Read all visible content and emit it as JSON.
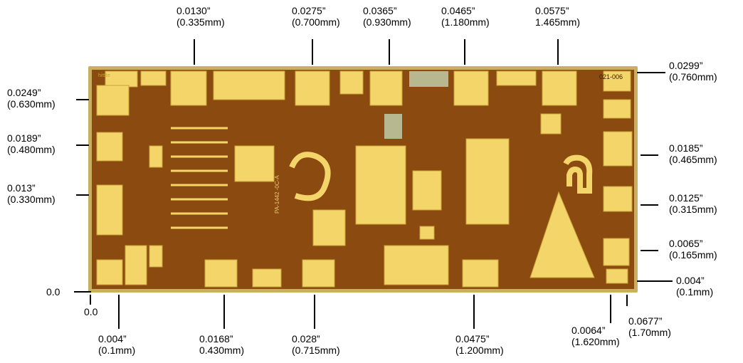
{
  "colors": {
    "substrate": "#8a4a10",
    "substrate_dark": "#6b3608",
    "metal": "#f4d56a",
    "metal_edge": "#c9a43a",
    "die_border": "#c8b060",
    "capacitor": "#b8b890",
    "label_text": "#000000"
  },
  "die": {
    "part_number_marking": "021-006",
    "vertical_marking": "PA-1442 -0C-A",
    "corner_logo": "hittite"
  },
  "top_labels": [
    {
      "inch": "0.0130”",
      "mm": "(0.335mm)"
    },
    {
      "inch": "0.0275”",
      "mm": "(0.700mm)"
    },
    {
      "inch": "0.0365”",
      "mm": "(0.930mm)"
    },
    {
      "inch": "0.0465”",
      "mm": "(1.180mm)"
    },
    {
      "inch": "0.0575”",
      "mm": "1.465mm)"
    }
  ],
  "left_labels": [
    {
      "inch": "0.0249”",
      "mm": "(0.630mm)"
    },
    {
      "inch": "0.0189”",
      "mm": "(0.480mm)"
    },
    {
      "inch": "0.013”",
      "mm": "(0.330mm)"
    }
  ],
  "right_labels": [
    {
      "inch": "0.0299”",
      "mm": "(0.760mm)"
    },
    {
      "inch": "0.0185”",
      "mm": "(0.465mm)"
    },
    {
      "inch": "0.0125”",
      "mm": "(0.315mm)"
    },
    {
      "inch": "0.0065”",
      "mm": "(0.165mm)"
    },
    {
      "inch": "0.004”",
      "mm": "(0.1mm)"
    }
  ],
  "bottom_labels": [
    {
      "inch": "0.004”",
      "mm": "(0.1mm)"
    },
    {
      "inch": "0.0168”",
      "mm": "0.430mm)"
    },
    {
      "inch": "0.028”",
      "mm": "(0.715mm)"
    },
    {
      "inch": "0.0475”",
      "mm": "(1.200mm)"
    },
    {
      "inch": "0.0064”",
      "mm": "(1.620mm)"
    },
    {
      "inch": "0.0677”",
      "mm": "(1.70mm)"
    }
  ],
  "origin": {
    "y_zero": "0.0",
    "x_zero": "0.0"
  }
}
